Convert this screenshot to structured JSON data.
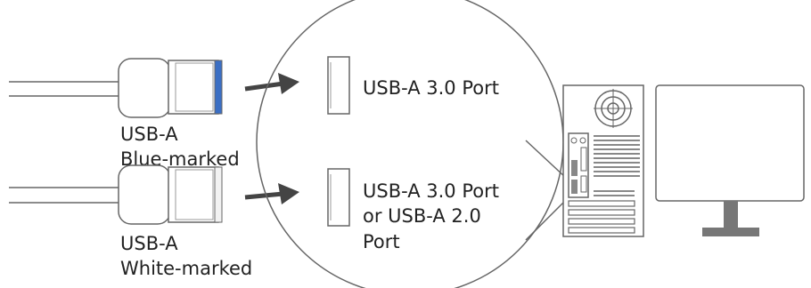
{
  "connectors": {
    "blue": {
      "line1": "USB-A",
      "line2": "Blue-marked",
      "marker_color": "#3b6fc4"
    },
    "white": {
      "line1": "USB-A",
      "line2": "White-marked",
      "marker_color": "#f2f2f2"
    }
  },
  "ports": {
    "top": {
      "label": "USB-A 3.0 Port"
    },
    "bottom": {
      "line1": "USB-A 3.0 Port",
      "line2": "or USB-A 2.0",
      "line3": "Port"
    }
  },
  "colors": {
    "stroke": "#666666",
    "arrow": "#444444",
    "text": "#222222",
    "monitor_stand": "#777777"
  }
}
